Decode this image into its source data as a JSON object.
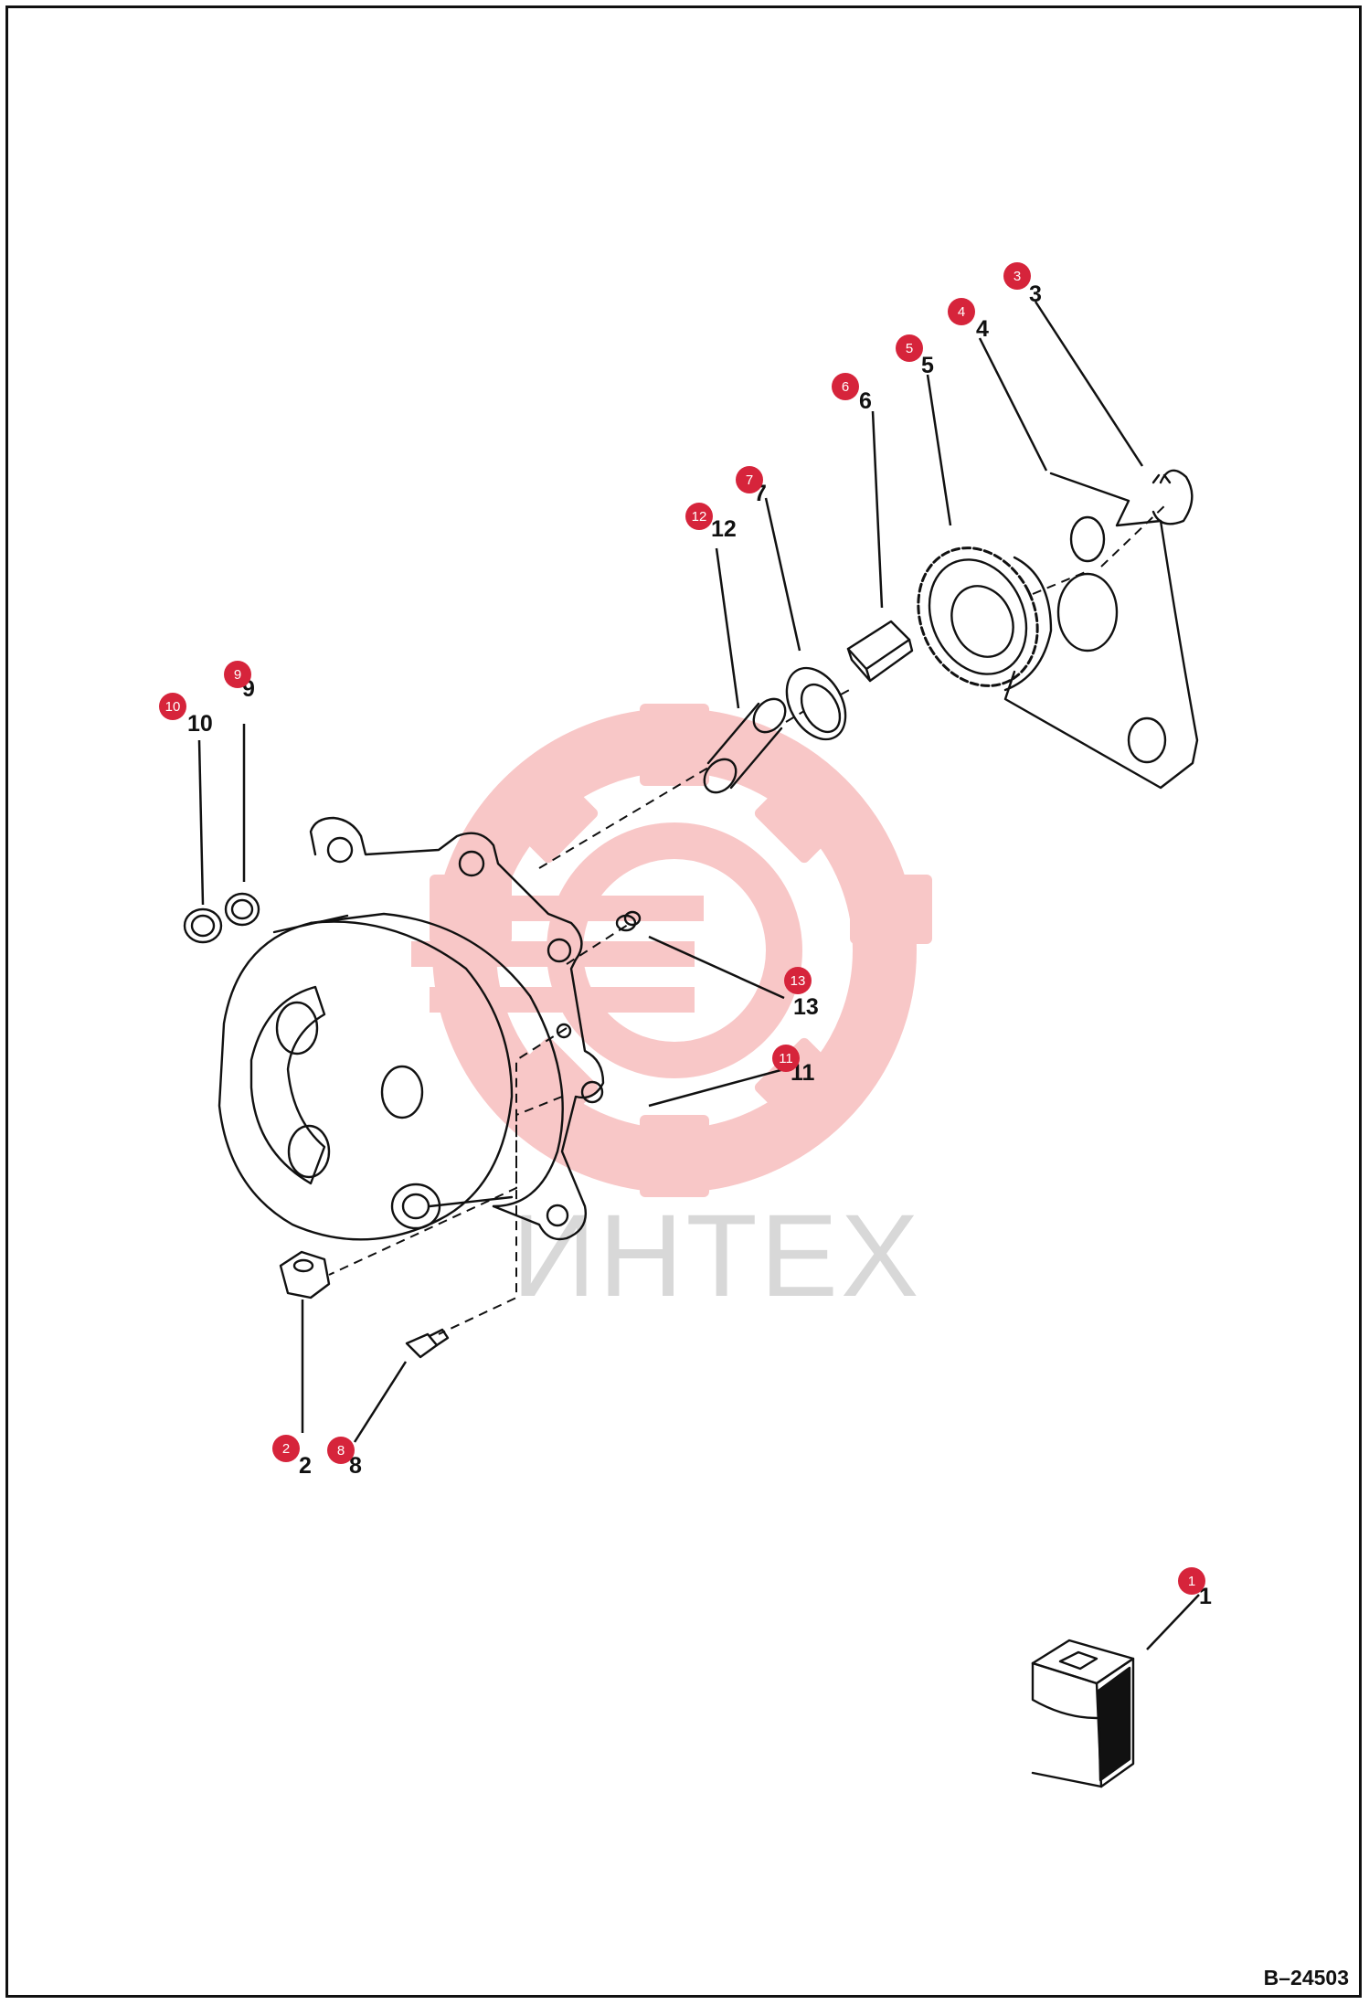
{
  "drawing_id": "B–24503",
  "watermark": {
    "text": "ИНТЕХ",
    "gear_color": "#f29a9a"
  },
  "badge_color": "#d6243b",
  "callouts": [
    {
      "number": "1",
      "label": "1"
    },
    {
      "number": "2",
      "label": "2"
    },
    {
      "number": "3",
      "label": "3"
    },
    {
      "number": "4",
      "label": "4"
    },
    {
      "number": "5",
      "label": "5"
    },
    {
      "number": "6",
      "label": "6"
    },
    {
      "number": "7",
      "label": "7"
    },
    {
      "number": "8",
      "label": "8"
    },
    {
      "number": "9",
      "label": "9"
    },
    {
      "number": "10",
      "label": "10"
    },
    {
      "number": "11",
      "label": "11"
    },
    {
      "number": "12",
      "label": "12"
    },
    {
      "number": "13",
      "label": "13"
    }
  ]
}
